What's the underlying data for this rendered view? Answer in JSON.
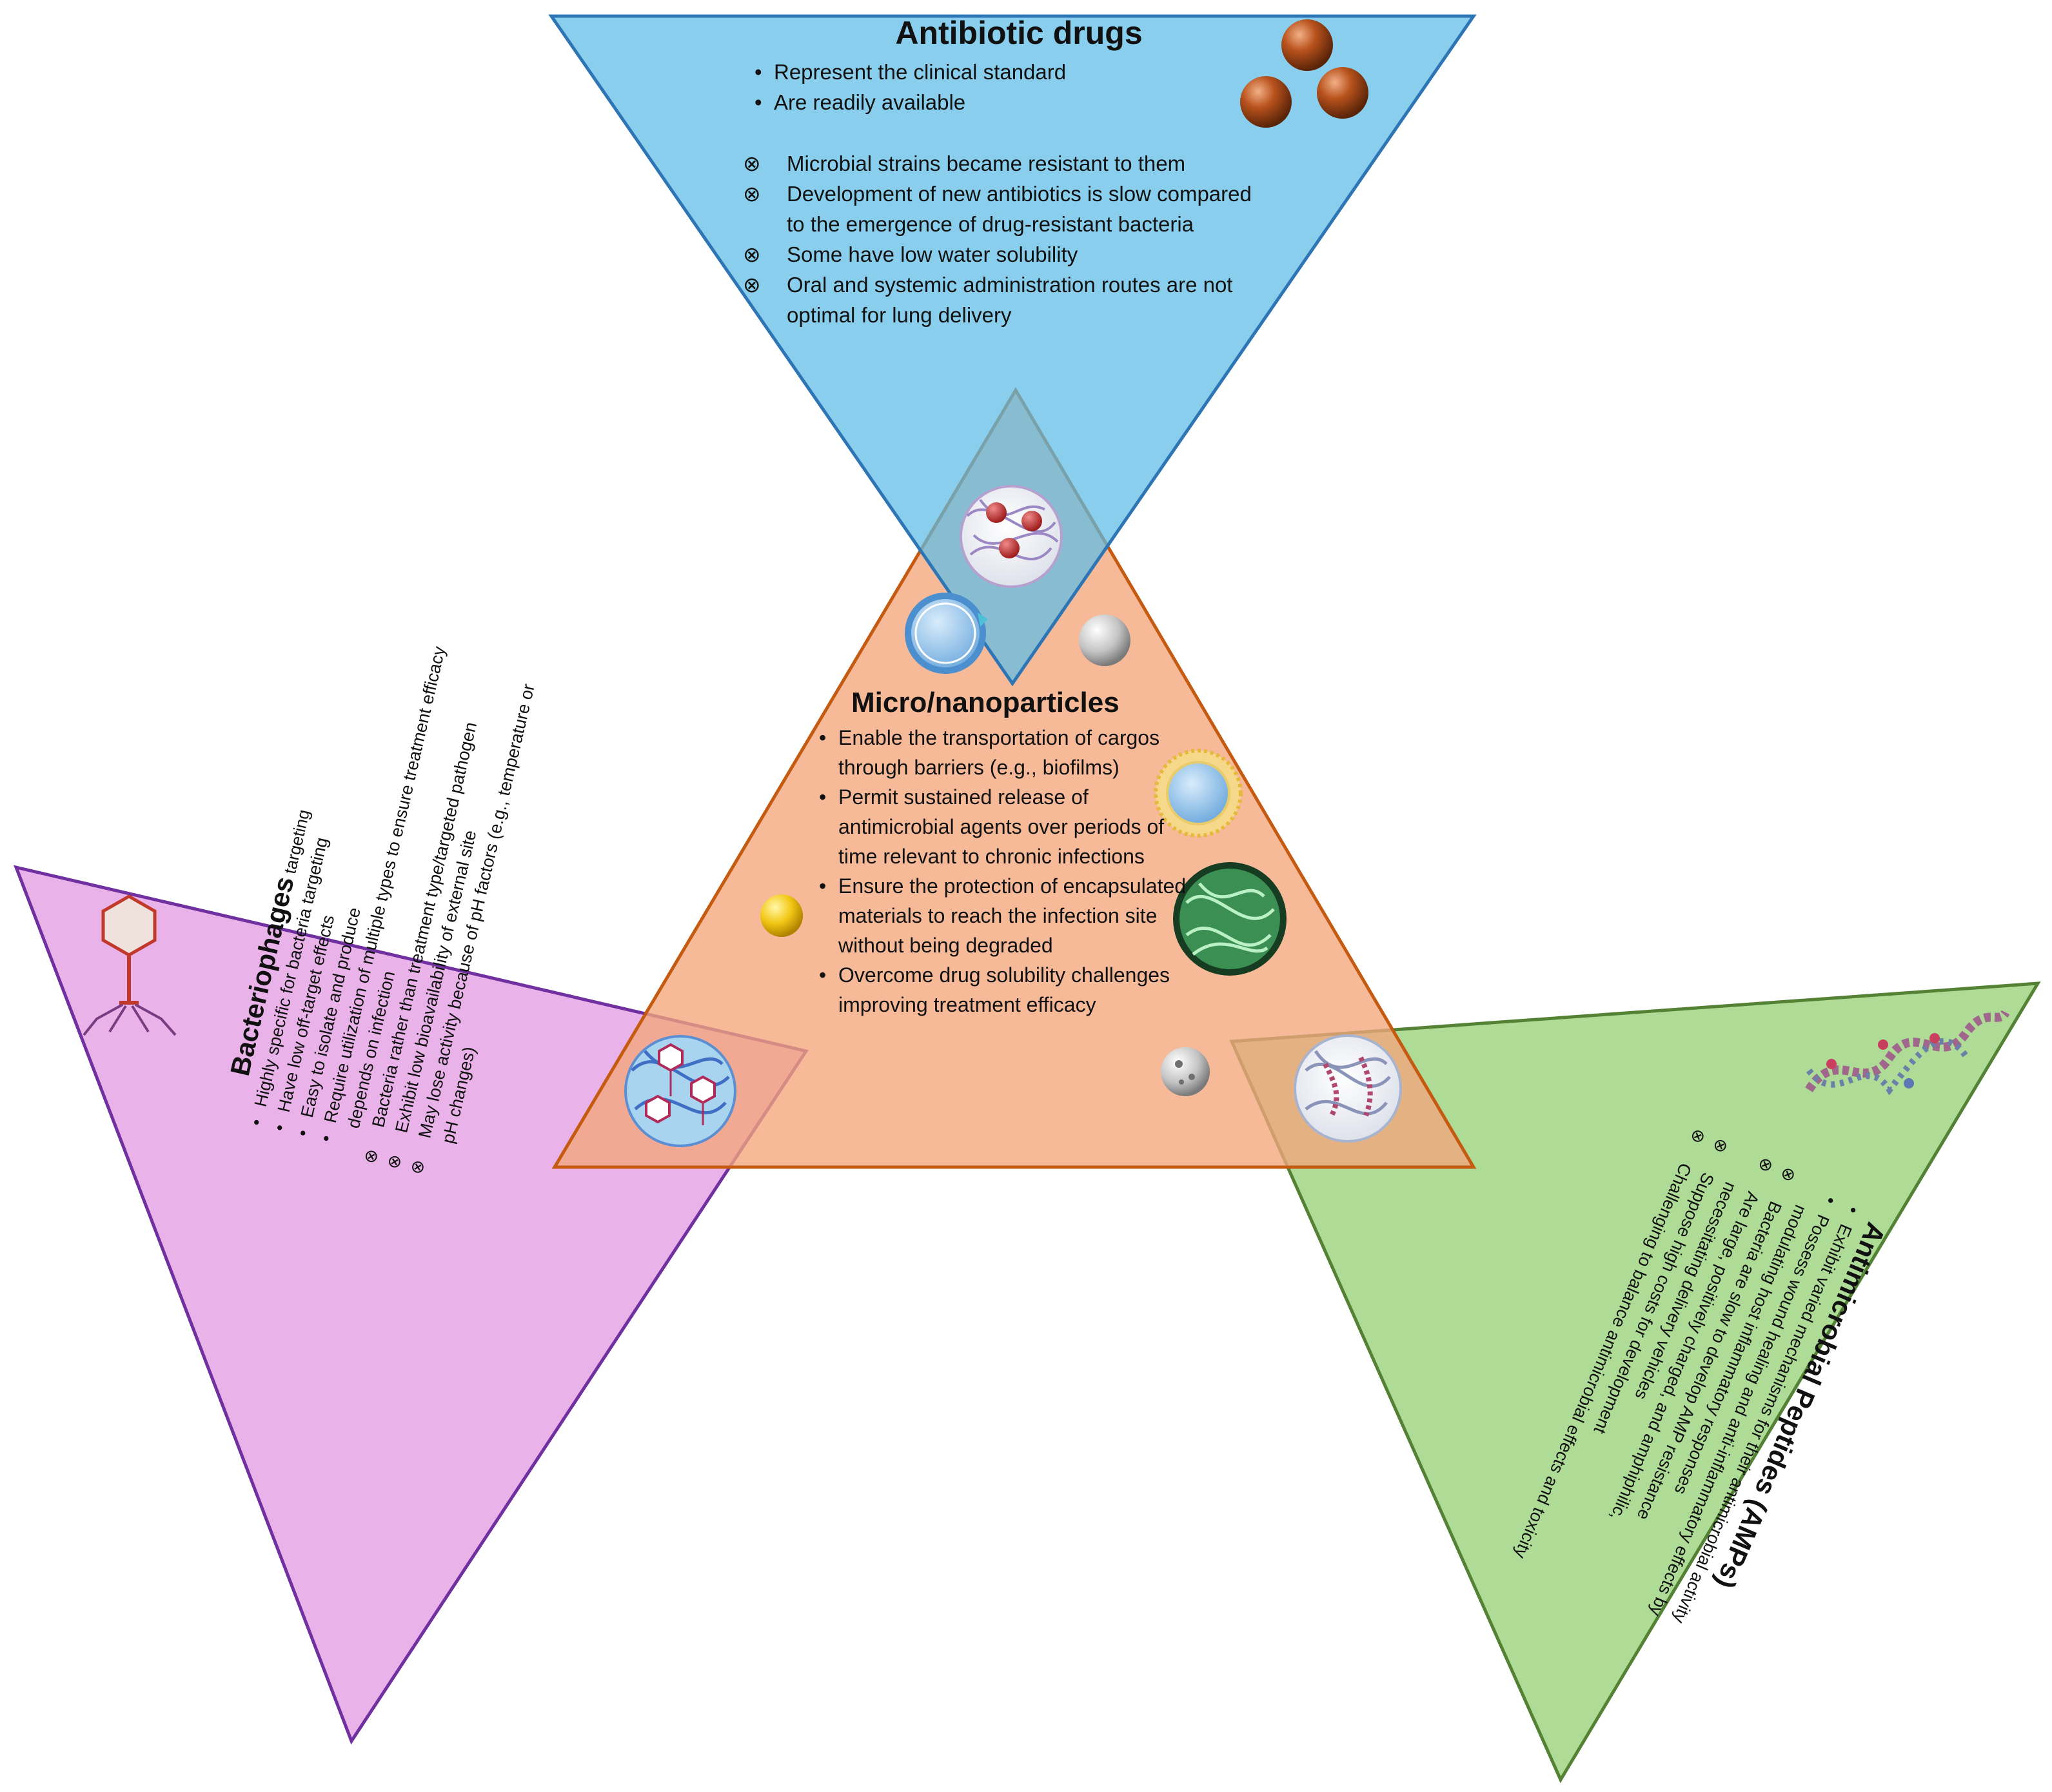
{
  "panels": {
    "antibiotic": {
      "title": "Antibiotic drugs",
      "pros": [
        "Represent the clinical standard",
        "Are readily available"
      ],
      "cons": [
        "Microbial strains became resistant to them",
        "Development of new antibiotics  is slow compared to the emergence of drug-resistant bacteria",
        "Some have low water solubility",
        "Oral and systemic administration routes are not optimal for lung delivery"
      ],
      "fill": "#5bbde6",
      "stroke": "#2e75b6"
    },
    "micro": {
      "title": "Micro/nanoparticles",
      "pros": [
        "Enable the transportation of cargos through barriers (e.g., biofilms)",
        "Permit sustained release of antimicrobial agents over periods of time relevant to chronic infections",
        "Ensure the protection of encapsulated materials to reach the infection site without being degraded",
        "Overcome drug solubility challenges improving treatment efficacy"
      ],
      "fill": "#f4a77c",
      "stroke": "#c55a11"
    },
    "phage": {
      "title": "Bacteriophages",
      "title_suffix": " targeting",
      "pros": [
        "Highly specific for bacteria targeting",
        "Have low off-target effects",
        "Easy to isolate and produce",
        "Require utilization of multiple types to ensure treatment efficacy depends on infection"
      ],
      "cons": [
        "Bacteria rather than treatment type/targeted pathogen",
        "Exhibit low bioavailability of external site",
        "May lose activity because of pH factors (e.g., temperature or pH changes)"
      ],
      "fill": "#e196e0",
      "stroke": "#7030a0"
    },
    "amp": {
      "title": "Antimicrobial Peptides (AMPs)",
      "pros": [
        "Exhibit varied mechanisms for their antimicrobial activity",
        "Possess wound healing and anti-inflammatory effects by modulating host inflammatory responses"
      ],
      "cons": [
        "Bacteria are slow to develop AMP resistance",
        "Are large, positively charged, and amphiphilic, necessitating delivery vehicles",
        "Suppose high costs for development",
        "Challenging to balance antimicrobial effects and toxicity"
      ],
      "fill": "#8fce6f",
      "stroke": "#548235"
    }
  },
  "icons": [
    "antibiotic-pills-icon",
    "polymer-nanoparticle-icon",
    "liposome-icon",
    "silver-sphere-icon",
    "gold-sphere-icon",
    "lipid-vesicle-icon",
    "hydrogel-particle-icon",
    "porous-sphere-icon",
    "phage-particle-icon",
    "bacteriophage-icon",
    "peptide-structure-icon",
    "peptide-nanoparticle-icon"
  ]
}
